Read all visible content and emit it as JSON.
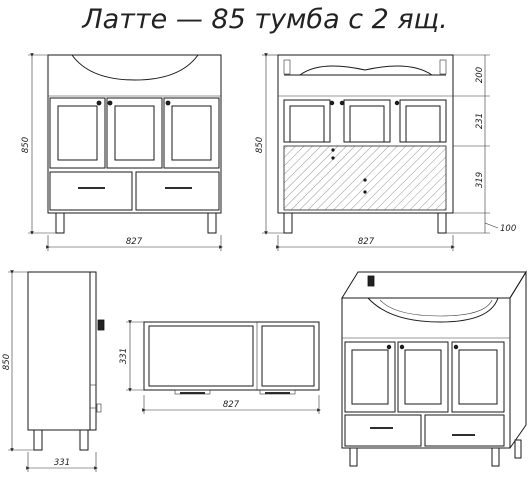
{
  "title": "Латте — 85 тумба с 2 ящ.",
  "dims": {
    "front_height": "850",
    "front_width": "827",
    "back_height": "850",
    "back_width": "827",
    "back_h1": "200",
    "back_h2": "231",
    "back_h3": "319",
    "back_leg": "100",
    "side_height": "850",
    "side_depth": "331",
    "top_depth": "331",
    "top_width": "827"
  }
}
